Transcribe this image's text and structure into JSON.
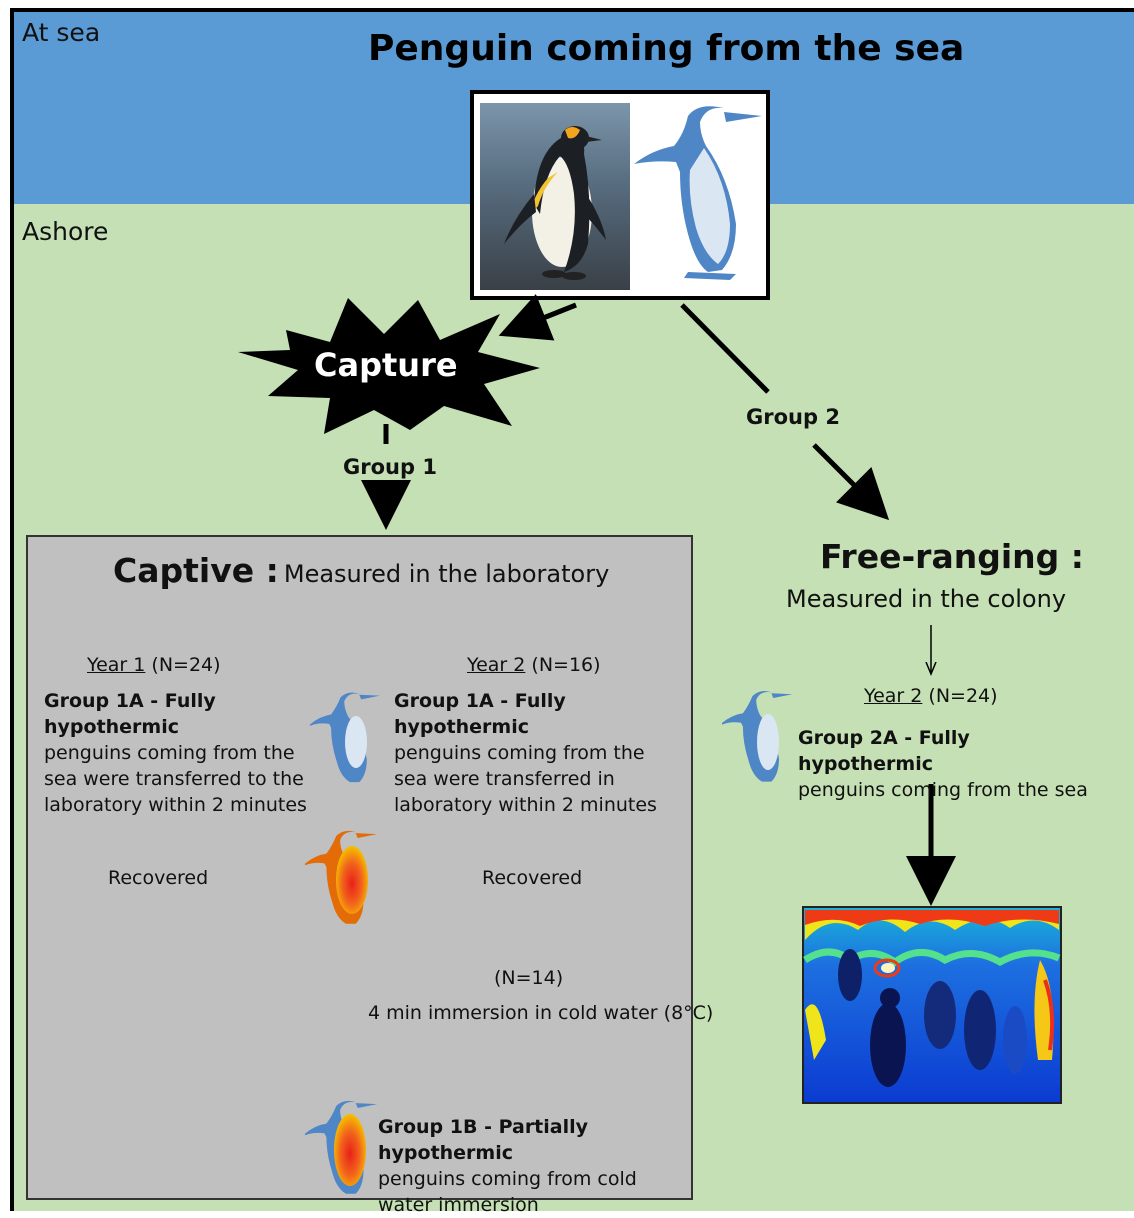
{
  "zones": {
    "sea_label": "At sea",
    "shore_label": "Ashore"
  },
  "title": "Penguin coming from the sea",
  "capture_label": "Capture",
  "group1_label": "Group 1",
  "group2_label": "Group 2",
  "captive": {
    "heading": "Captive :",
    "subheading": "Measured in the laboratory",
    "year1": {
      "label": "Year 1",
      "n": "(N=24)"
    },
    "year2": {
      "label": "Year 2",
      "n": "(N=16)"
    },
    "group1a_year1": {
      "title": "Group 1A - Fully hypothermic",
      "text": "penguins coming from the sea were transferred to the laboratory within 2 minutes"
    },
    "group1a_year2": {
      "title": "Group 1A - Fully hypothermic",
      "text": "penguins coming from the sea were transferred in laboratory within 2 minutes"
    },
    "recovered_left": "Recovered",
    "recovered_right": "Recovered",
    "n14": "(N=14)",
    "immersion": "4 min immersion in cold water (8°C)",
    "group1b": {
      "title": "Group 1B - Partially hypothermic",
      "text": "penguins coming from cold water immersion"
    }
  },
  "free": {
    "heading": "Free-ranging :",
    "subheading": "Measured in the colony",
    "year2": {
      "label": "Year 2",
      "n": "(N=24)"
    },
    "group2a": {
      "title": "Group 2A - Fully hypothermic",
      "text": "penguins coming from the sea"
    }
  },
  "colors": {
    "sea": "#5b9bd5",
    "shore": "#c5e0b4",
    "lab": "#c0c0c0",
    "penguin_blue": "#4f86c6",
    "penguin_warm": "#e36c09"
  }
}
